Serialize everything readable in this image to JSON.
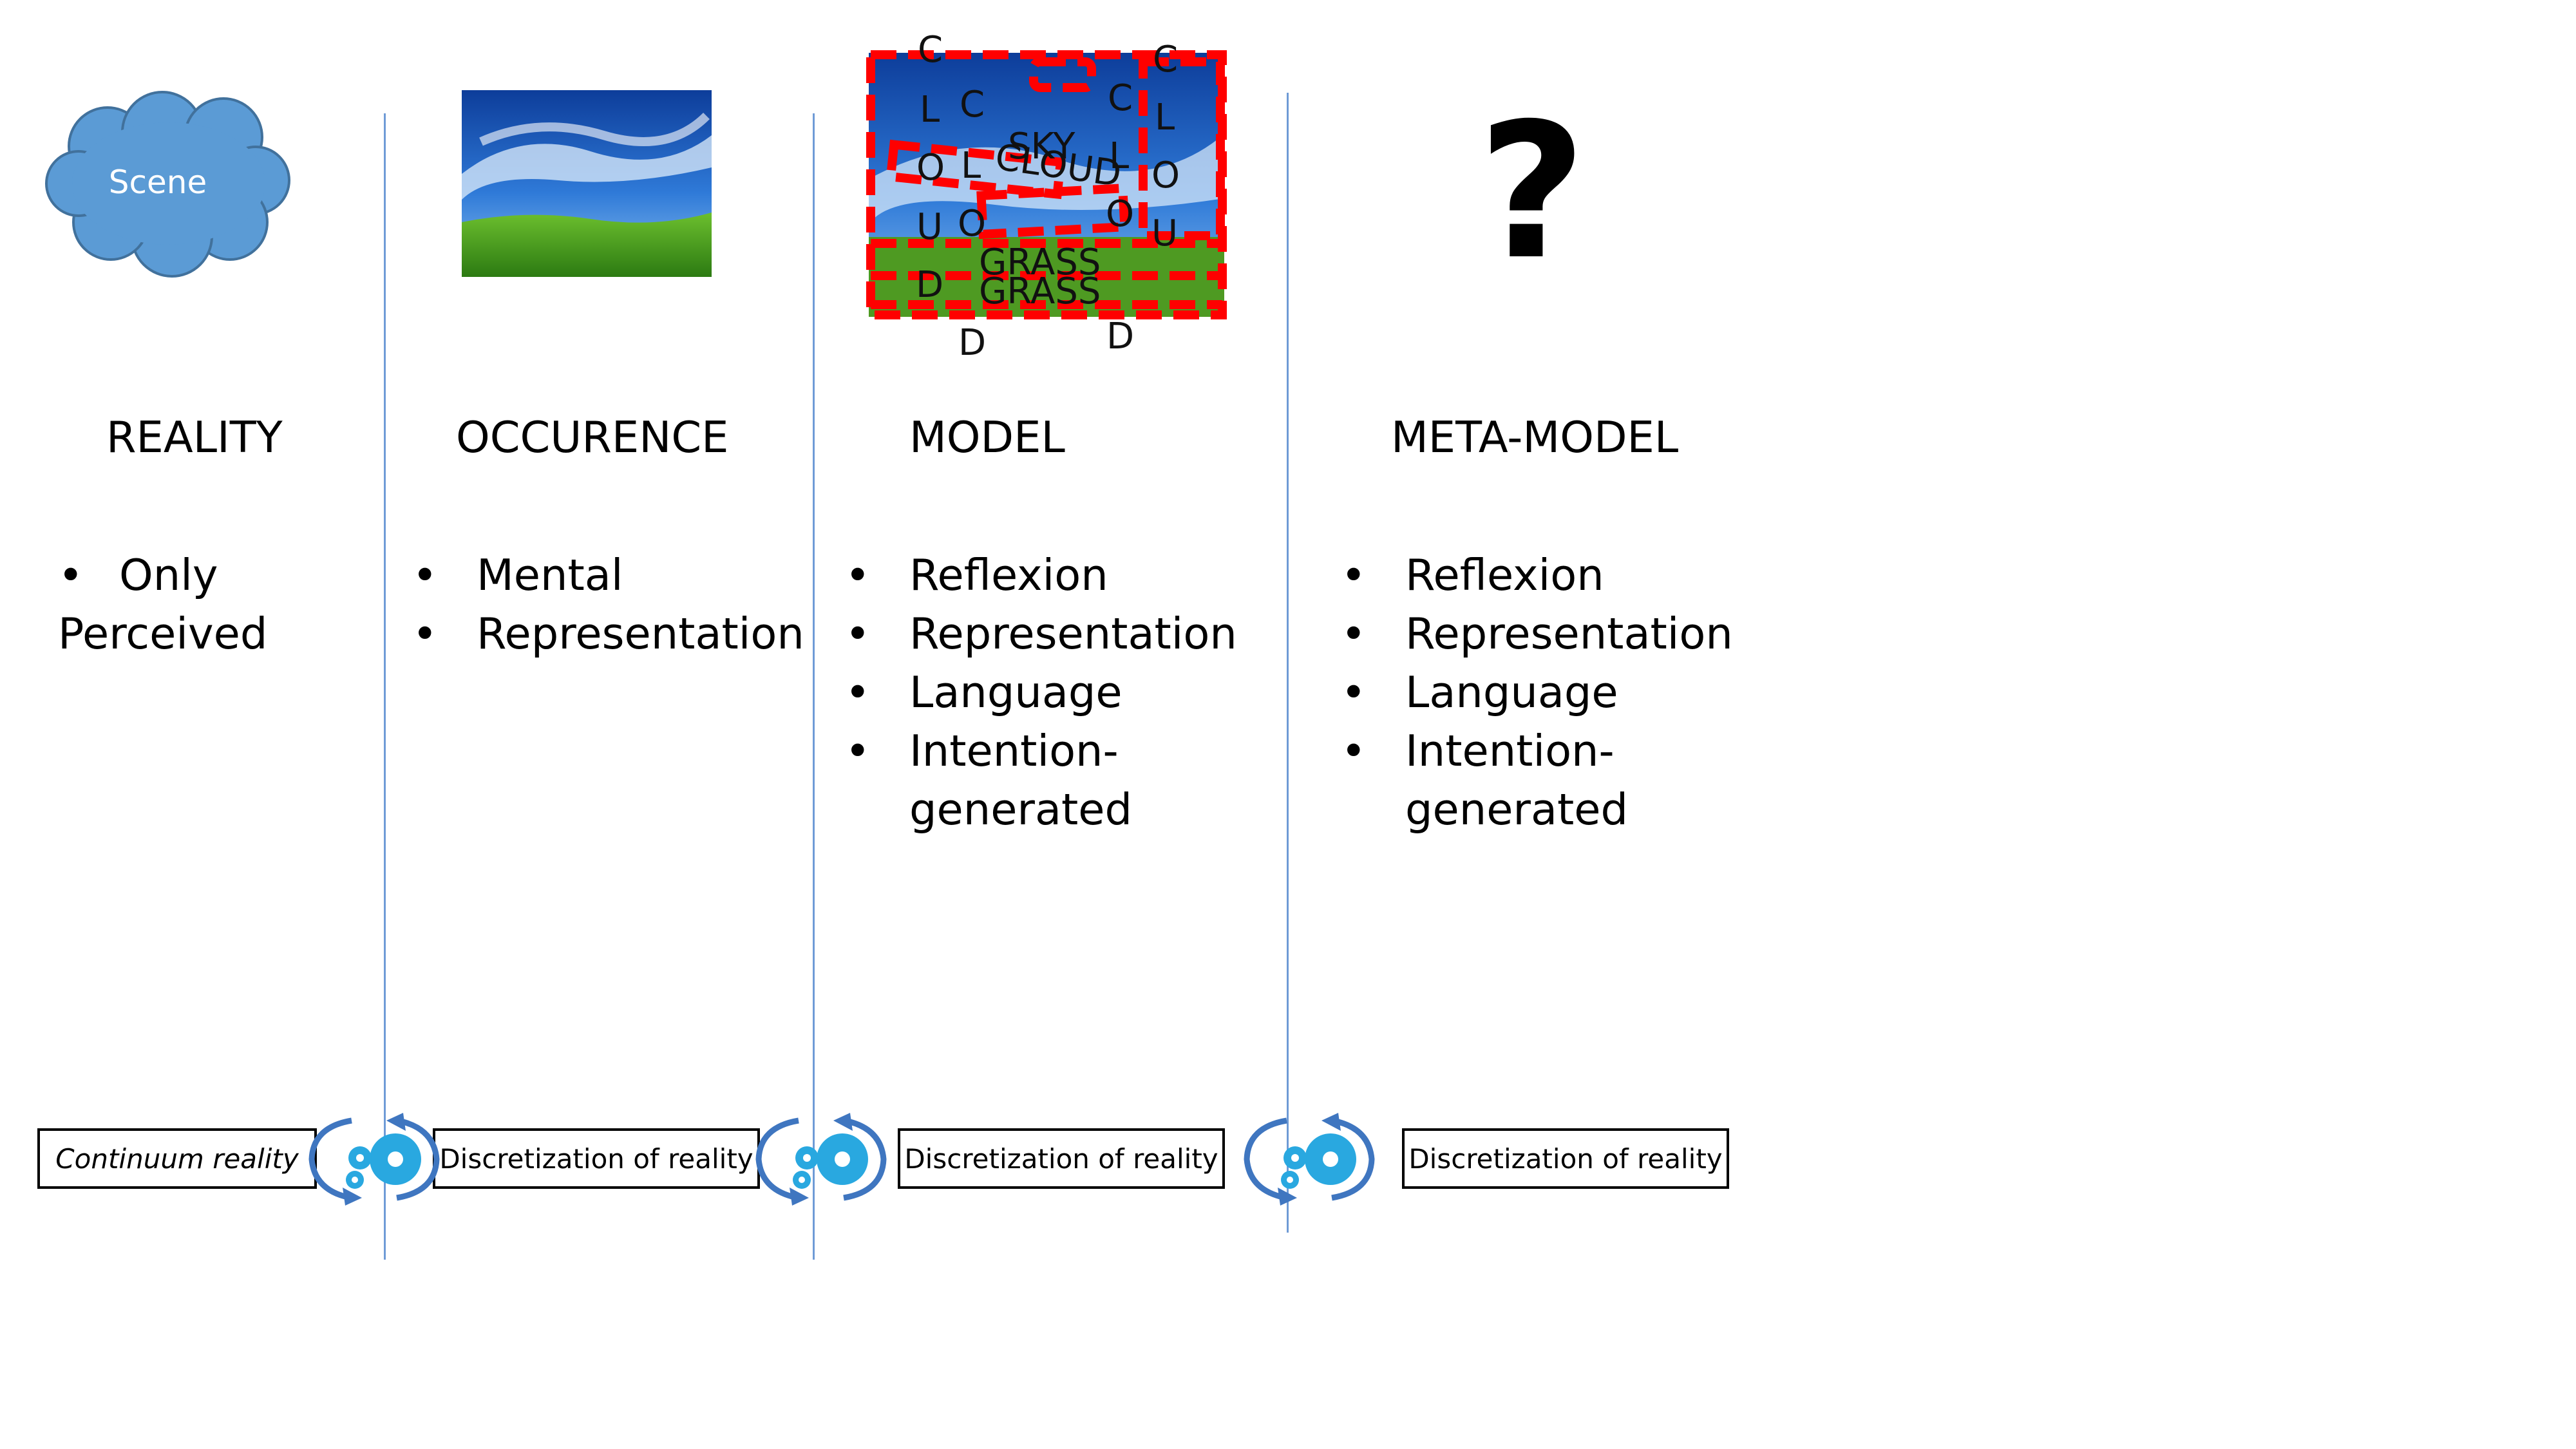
{
  "scene_label": "Scene",
  "columns": [
    {
      "heading": "REALITY",
      "bullets": [
        "Only Perceived"
      ]
    },
    {
      "heading": "OCCURENCE",
      "bullets": [
        "Mental",
        "Representation"
      ]
    },
    {
      "heading": "MODEL",
      "bullets": [
        "Reflexion",
        "Representation",
        "Language",
        "Intention-generated"
      ]
    },
    {
      "heading": "META-MODEL",
      "bullets": [
        "Reflexion",
        "Representation",
        "Language",
        "Intention-generated"
      ]
    }
  ],
  "model_image_labels": {
    "sky": "SKY",
    "grass": "GRASS",
    "cloud": "CLOUD",
    "cloud_letters": [
      "C",
      "L",
      "O",
      "U",
      "D"
    ]
  },
  "meta_model_symbol": "?",
  "process_boxes": [
    {
      "label": "Continuum reality"
    },
    {
      "label": "Discretization of reality"
    },
    {
      "label": "Discretization of reality"
    },
    {
      "label": "Discretization of reality"
    }
  ],
  "colors": {
    "cloud_fill": "#5b9bd5",
    "cloud_stroke": "#41719c",
    "divider": "#6f9bd6",
    "segment_outline": "#ff0000",
    "gear": "#29a8e0",
    "cycle_arrow": "#3f76c0"
  },
  "icons": [
    "cloud-shape",
    "landscape-photo",
    "segmented-landscape-photo",
    "question-mark",
    "gear-cycle-icon"
  ]
}
